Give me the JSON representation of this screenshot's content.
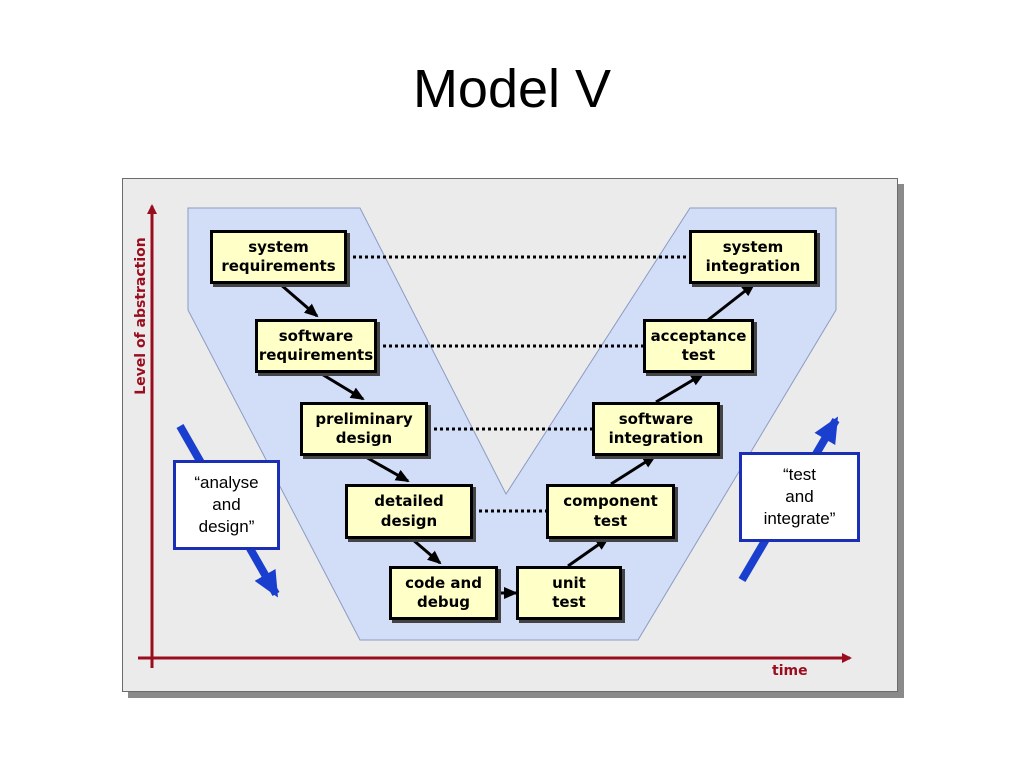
{
  "title": "Model V",
  "axes": {
    "y_label": "Level of abstraction",
    "x_label": "time"
  },
  "phases": {
    "left": "“analyse\nand\ndesign”",
    "right": "“test\nand\nintegrate”"
  },
  "steps": {
    "system_requirements": "system\nrequirements",
    "software_requirements": "software\nrequirements",
    "preliminary_design": "preliminary\ndesign",
    "detailed_design": "detailed\ndesign",
    "code_and_debug": "code and\ndebug",
    "unit_test": "unit\ntest",
    "component_test": "component\ntest",
    "software_integration": "software\nintegration",
    "acceptance_test": "acceptance\ntest",
    "system_integration": "system\nintegration"
  },
  "colors": {
    "axis": "#9a0d1e",
    "v_fill": "#d2def7",
    "step_fill": "#ffffc8",
    "phase_arrow": "#1a3fcf"
  }
}
